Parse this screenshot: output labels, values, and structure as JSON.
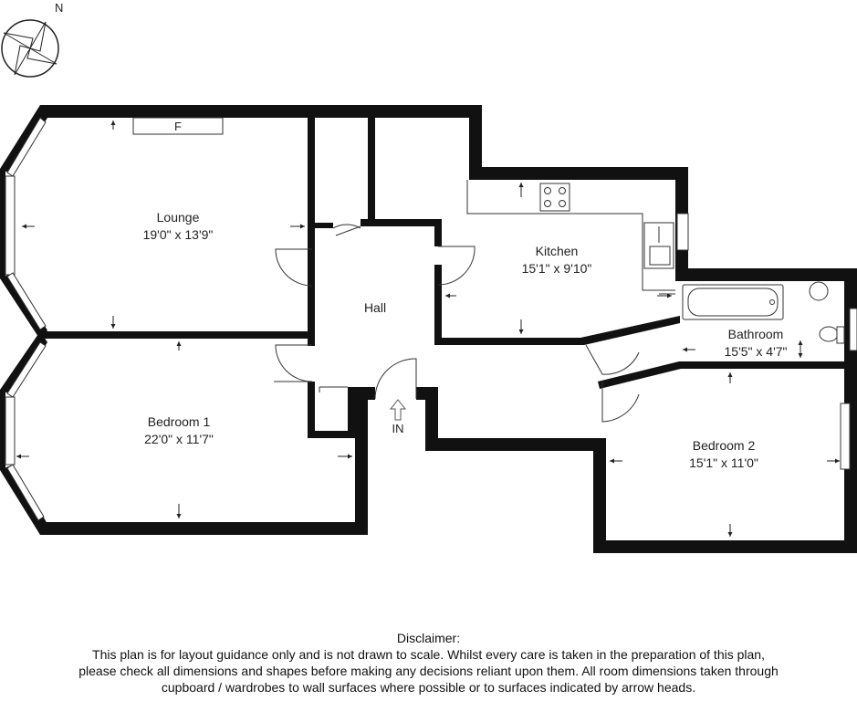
{
  "compass": {
    "label": "N",
    "icon": "compass-rose-icon"
  },
  "rooms": [
    {
      "id": "lounge",
      "name": "Lounge",
      "size": "19'0\" x 13'9\""
    },
    {
      "id": "bedroom1",
      "name": "Bedroom 1",
      "size": "22'0\" x 11'7\""
    },
    {
      "id": "kitchen",
      "name": "Kitchen",
      "size": "15'1\" x 9'10\""
    },
    {
      "id": "bathroom",
      "name": "Bathroom",
      "size": "15'5\" x 4'7\""
    },
    {
      "id": "bedroom2",
      "name": "Bedroom 2",
      "size": "15'1\" x 11'0\""
    },
    {
      "id": "hall",
      "name": "Hall",
      "size": ""
    }
  ],
  "fireplace_label": "F",
  "entrance_label": "IN",
  "disclaimer": {
    "title": "Disclaimer:",
    "lines": [
      "This plan is for layout guidance only and is not drawn to scale. Whilst every care is taken in the preparation of this plan,",
      "please check all dimensions and shapes before making any decisions reliant upon them. All room dimensions taken through",
      "cupboard / wardrobes to wall surfaces where possible or to surfaces indicated by arrow heads."
    ]
  }
}
